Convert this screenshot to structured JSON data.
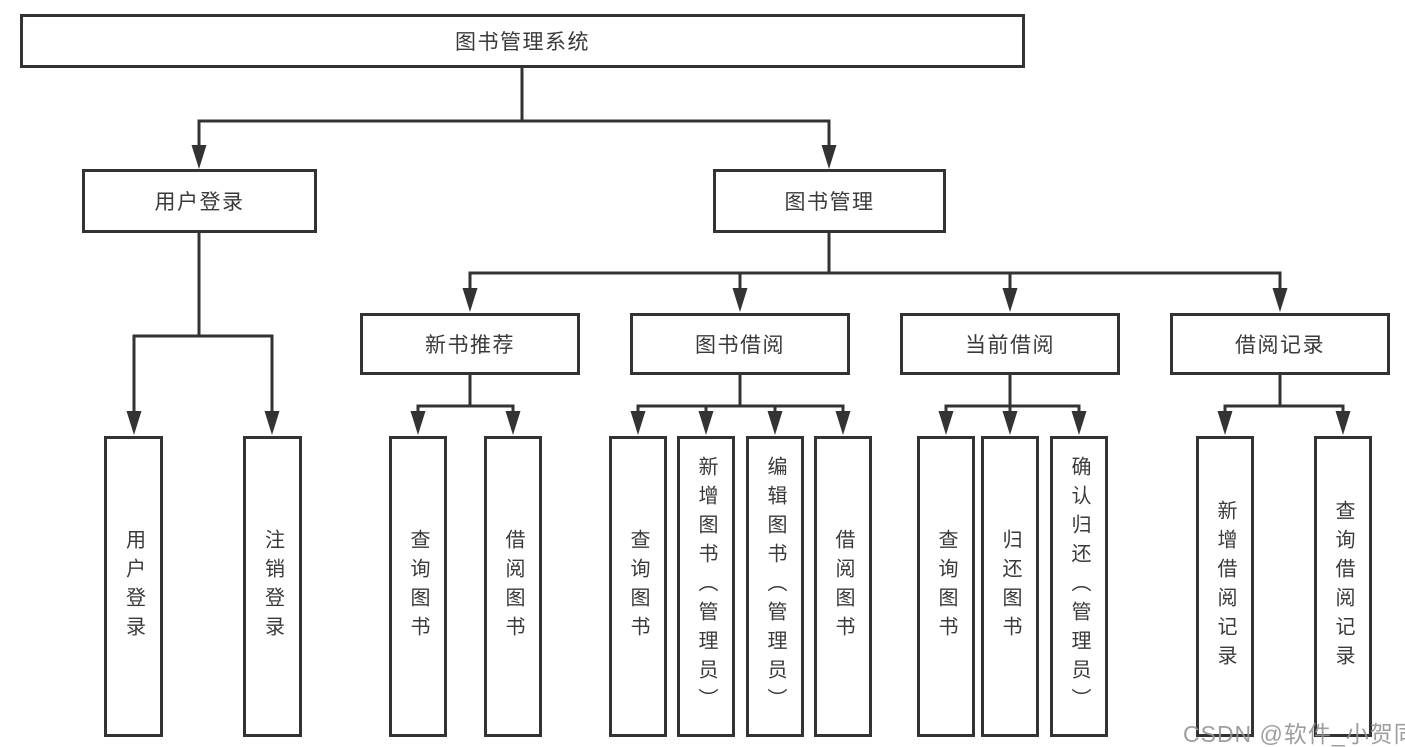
{
  "diagram": {
    "title": "图书管理系统",
    "root": {
      "label": "图书管理系统"
    },
    "level2": [
      {
        "label": "用户登录"
      },
      {
        "label": "图书管理"
      }
    ],
    "level3": [
      {
        "label": "新书推荐"
      },
      {
        "label": "图书借阅"
      },
      {
        "label": "当前借阅"
      },
      {
        "label": "借阅记录"
      }
    ],
    "leaves": {
      "user_login": [
        "用户登录",
        "注销登录"
      ],
      "new_book": [
        "查询图书",
        "借阅图书"
      ],
      "book_borrow": [
        "查询图书",
        "新增图书（管理员）",
        "编辑图书（管理员）",
        "借阅图书"
      ],
      "current_borrow": [
        "查询图书",
        "归还图书",
        "确认归还（管理员）"
      ],
      "borrow_record": [
        "新增借阅记录",
        "查询借阅记录"
      ]
    }
  },
  "watermark": "CSDN @软件_小贺同学",
  "colors": {
    "line": "#333333",
    "text": "#3a3a3a",
    "watermark": "#949494",
    "background": "#ffffff"
  }
}
